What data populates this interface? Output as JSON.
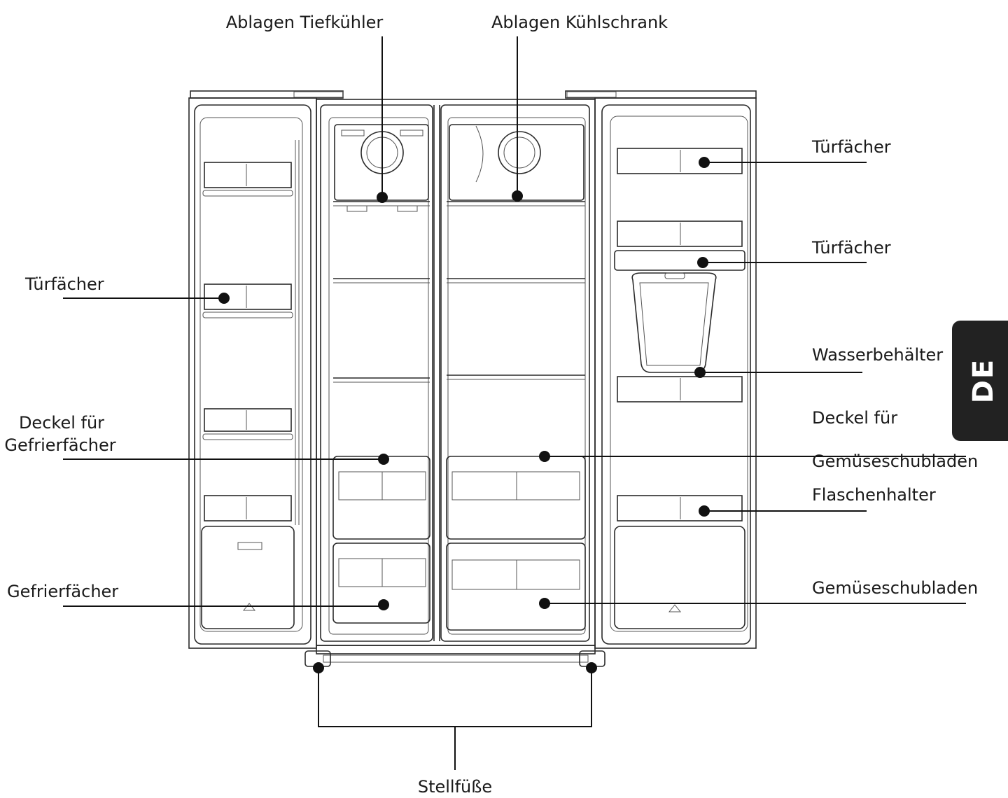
{
  "labels": {
    "shelves_freezer": "Ablagen Tiefkühler",
    "shelves_fridge": "Ablagen Kühlschrank",
    "door_bins_left": "Türfächer",
    "door_bins_right_top": "Türfächer",
    "door_bins_right_mid": "Türfächer",
    "freezer_lid_line1": "Deckel für",
    "freezer_lid_line2": "Gefrierfächer",
    "freezer_drawers": "Gefrierfächer",
    "water_tank": "Wasserbehälter",
    "crisper_lid_line1": "Deckel für",
    "crisper_lid_line2": "Gemüseschubladen",
    "bottle_holder": "Flaschenhalter",
    "crisper_drawers": "Gemüseschubladen",
    "feet": "Stellfüße"
  },
  "language_tab": "DE"
}
